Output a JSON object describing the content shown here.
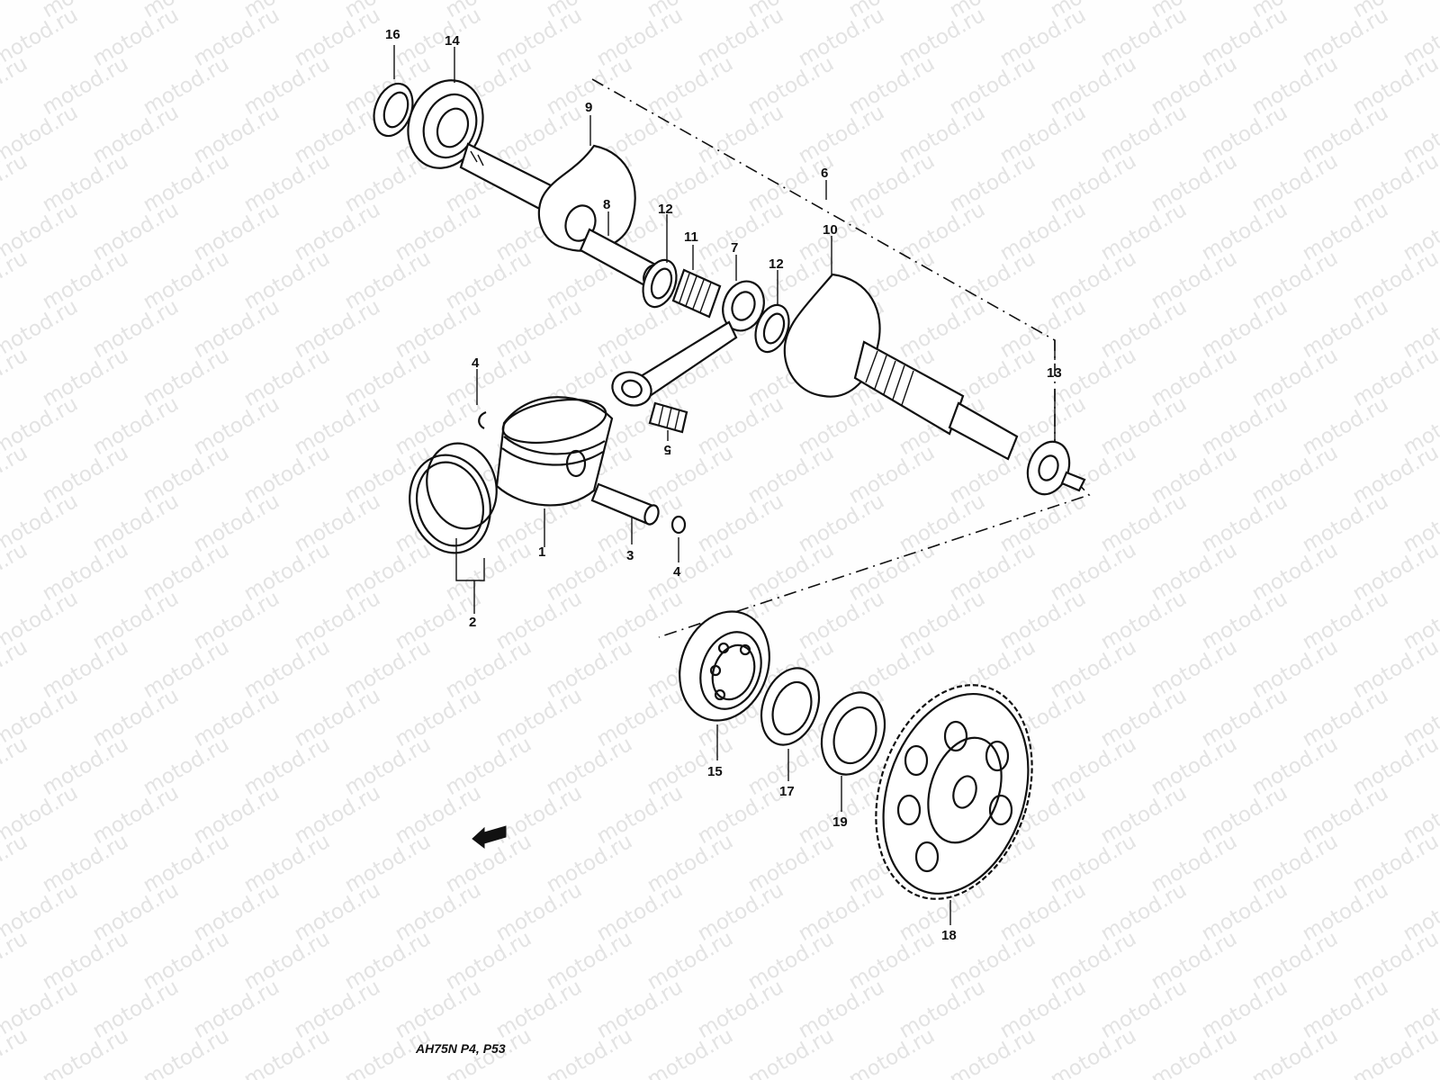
{
  "watermark": {
    "text": "motod.ru"
  },
  "diagram": {
    "callouts": [
      "1",
      "2",
      "3",
      "4",
      "4",
      "5",
      "6",
      "7",
      "8",
      "9",
      "10",
      "11",
      "12",
      "12",
      "13",
      "14",
      "15",
      "16",
      "17",
      "18",
      "19"
    ],
    "model_code": "AH75N P4, P53"
  },
  "icons": {
    "arrow": "direction-arrow-icon"
  }
}
